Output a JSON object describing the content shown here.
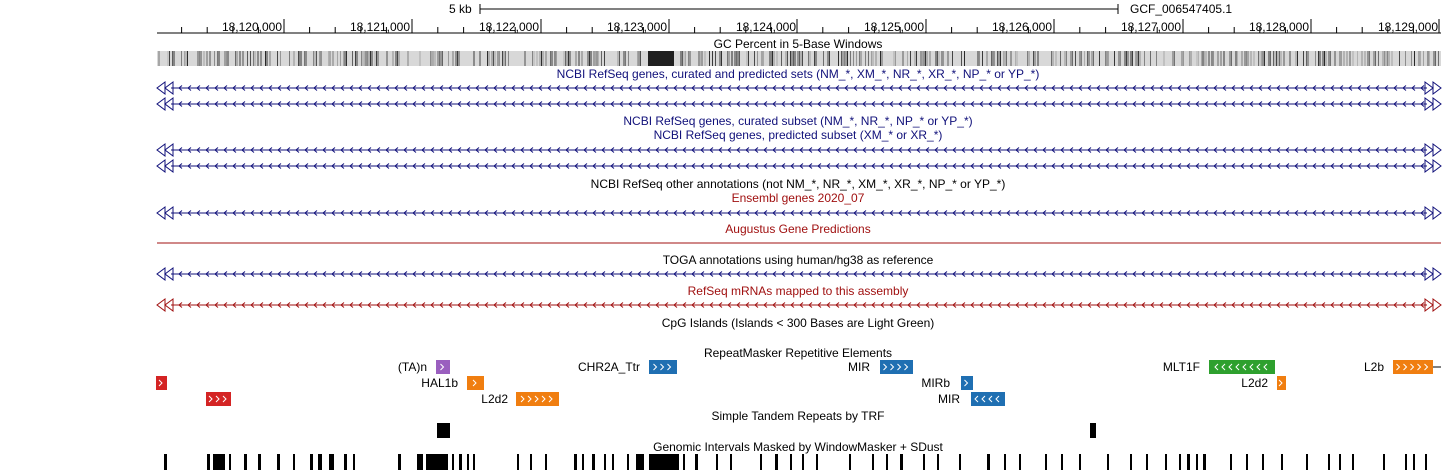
{
  "scale": {
    "label": "5 kb",
    "assembly": "GCF_006547405.1"
  },
  "ruler": {
    "ticks": [
      "18,120,000",
      "18,121,000",
      "18,122,000",
      "18,123,000",
      "18,124,000",
      "18,125,000",
      "18,126,000",
      "18,127,000",
      "18,128,000",
      "18,129,000"
    ]
  },
  "tracks": {
    "gc": "GC Percent in 5-Base Windows",
    "refseq_all": "NCBI RefSeq genes, curated and predicted sets (NM_*, XM_*, NR_*, XR_*, NP_* or YP_*)",
    "refseq_curated": "NCBI RefSeq genes, curated subset (NM_*, NR_*, NP_* or YP_*)",
    "refseq_predicted": "NCBI RefSeq genes, predicted subset (XM_* or XR_*)",
    "refseq_other": "NCBI RefSeq other annotations (not NM_*, NR_*, XM_*, XR_*, NP_* or YP_*)",
    "ensembl": "Ensembl genes 2020_07",
    "augustus": "Augustus Gene Predictions",
    "toga": "TOGA annotations using human/hg38 as reference",
    "refseq_mrna": "RefSeq mRNAs mapped to this assembly",
    "cpg": "CpG Islands (Islands < 300 Bases are Light Green)",
    "repeatmasker": "RepeatMasker Repetitive Elements",
    "trf": "Simple Tandem Repeats by TRF",
    "windowmasker": "Genomic Intervals Masked by WindowMasker + SDust"
  },
  "repeats": {
    "ta_n": "(TA)n",
    "hal1b": "HAL1b",
    "chr2a": "CHR2A_Ttr",
    "mir1": "MIR",
    "mirb": "MIRb",
    "mir2": "MIR",
    "mlt1f": "MLT1F",
    "l2d2_a": "L2d2",
    "l2d2_b": "L2d2",
    "l2b": "L2b"
  },
  "colors": {
    "refseq": "#10107a",
    "ensembl": "#a01010",
    "sine": "#1f6fb2",
    "line": "#f07e10",
    "ltr": "#2ea02e",
    "simple": "#9a5fbf",
    "other": "#d42424"
  }
}
